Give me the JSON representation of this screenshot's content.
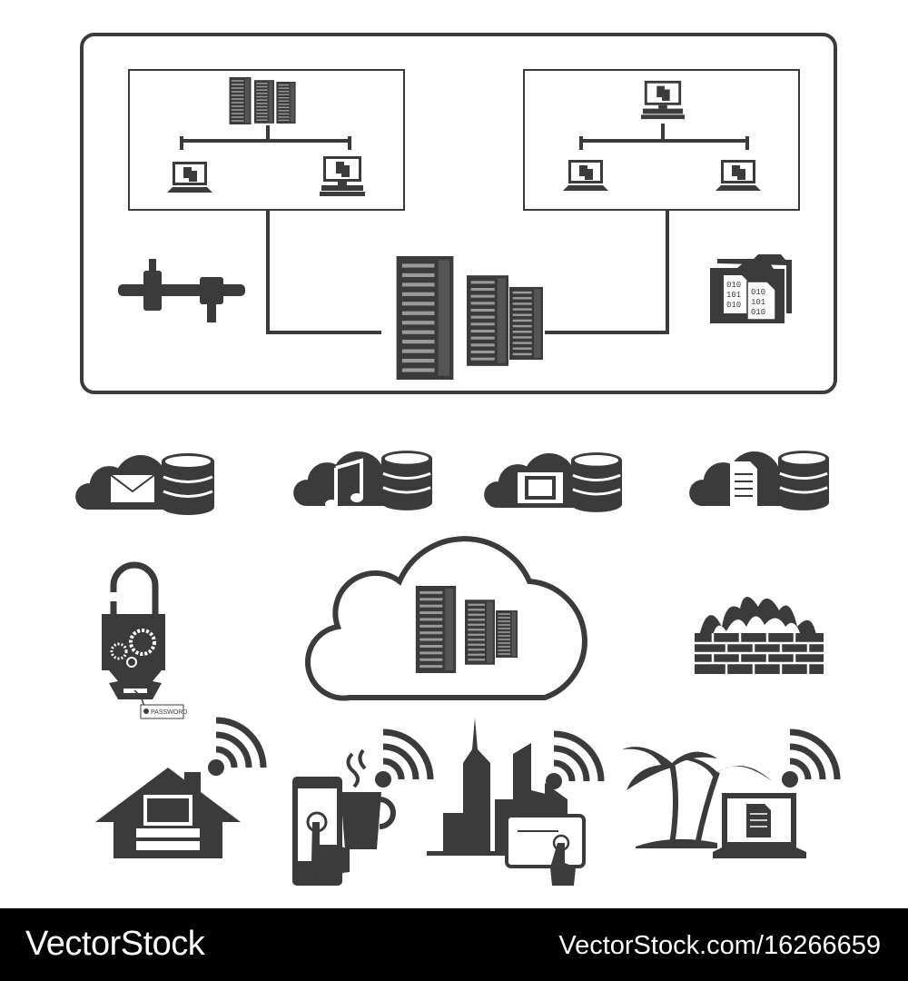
{
  "colors": {
    "icon": "#3b3b3b",
    "slot": "#8a8a8a",
    "background": "#ffffff",
    "footer": "#000000"
  },
  "folder_icon": {
    "binary_left": [
      "010",
      "101",
      "010"
    ],
    "binary_right": [
      "010",
      "101",
      "010"
    ]
  },
  "lock_icon": {
    "tag_label": "PASSWORD"
  },
  "footer": {
    "brand": "VectorStock",
    "image_id": "VectorStock.com/16266659"
  }
}
